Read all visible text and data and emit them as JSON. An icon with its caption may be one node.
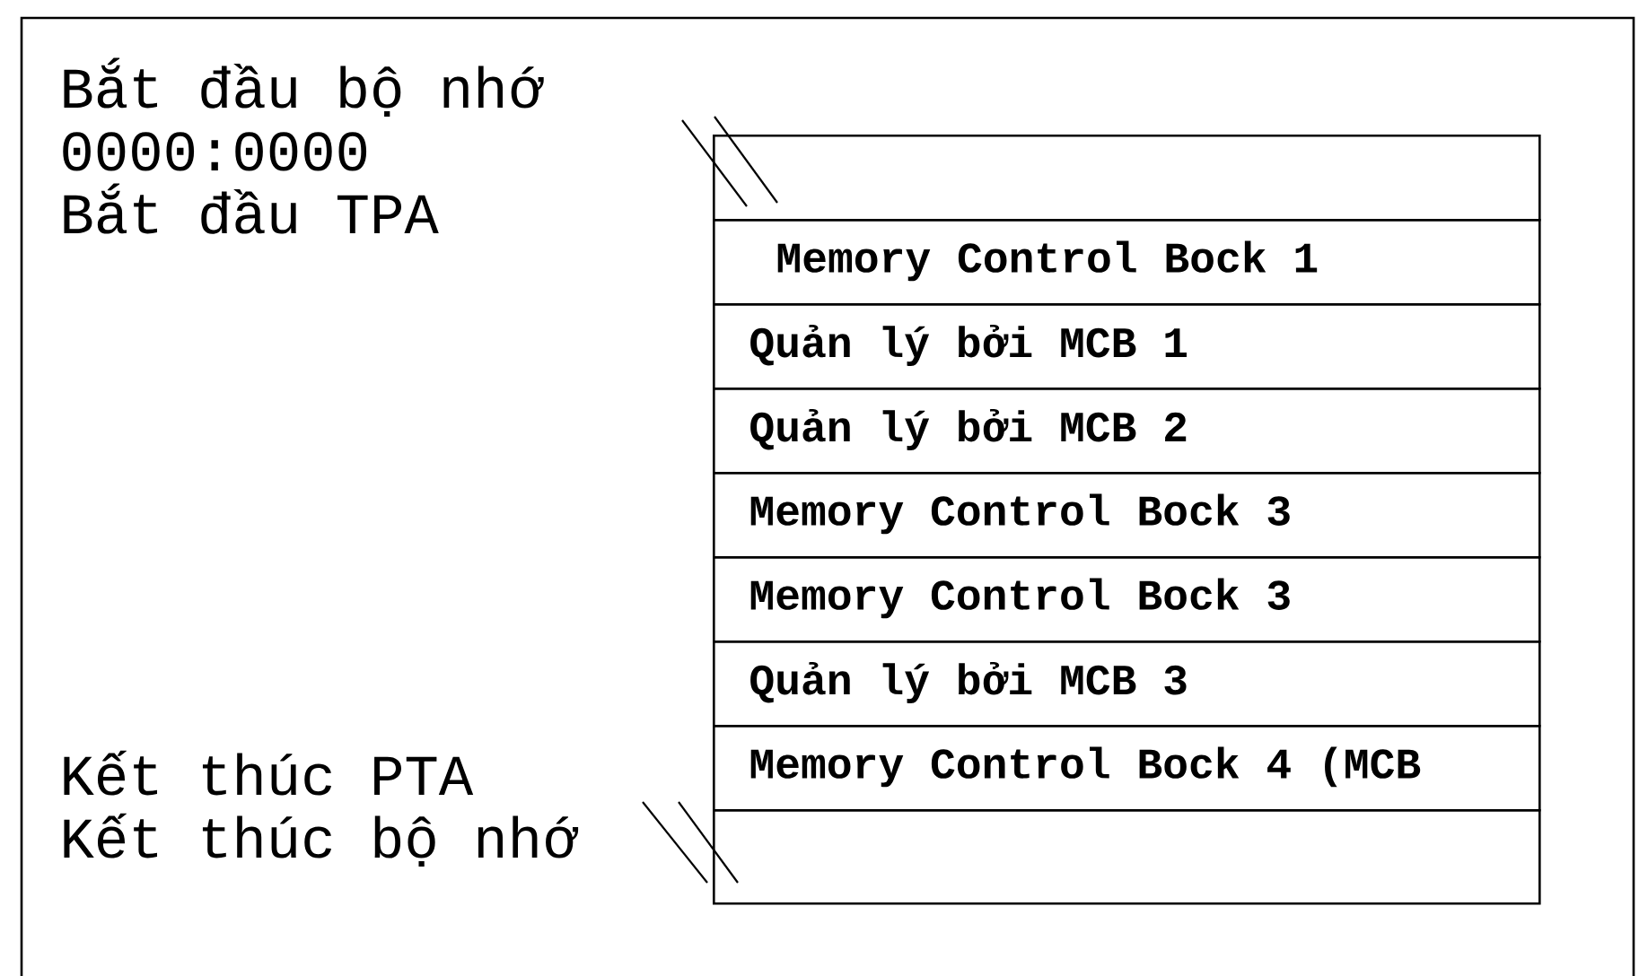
{
  "diagram": {
    "nodes": [
      {
        "text": [],
        "shape": "box"
      },
      {
        "text": [
          "Memory Control Bock 1"
        ]
      },
      {
        "text": [
          "Quản lý bởi MCB 1"
        ]
      },
      {
        "text": [
          "Quản lý bởi MCB 2"
        ]
      },
      {
        "text": [
          "Memory Control Bock 3"
        ]
      },
      {
        "text": [
          "Memory Control Bock 3"
        ]
      },
      {
        "text": [
          "Quản lý bởi MCB 3"
        ]
      },
      {
        "text": [
          "Memory Control Bock 4 (MCB"
        ]
      },
      {
        "text": [],
        "shape": "box"
      }
    ],
    "labels": [
      "Bắt đầu bộ nhớ",
      "0000:0000",
      "Bắt đầu TPA",
      "Kết thúc PTA",
      "Kết thúc bộ nhớ"
    ]
  }
}
